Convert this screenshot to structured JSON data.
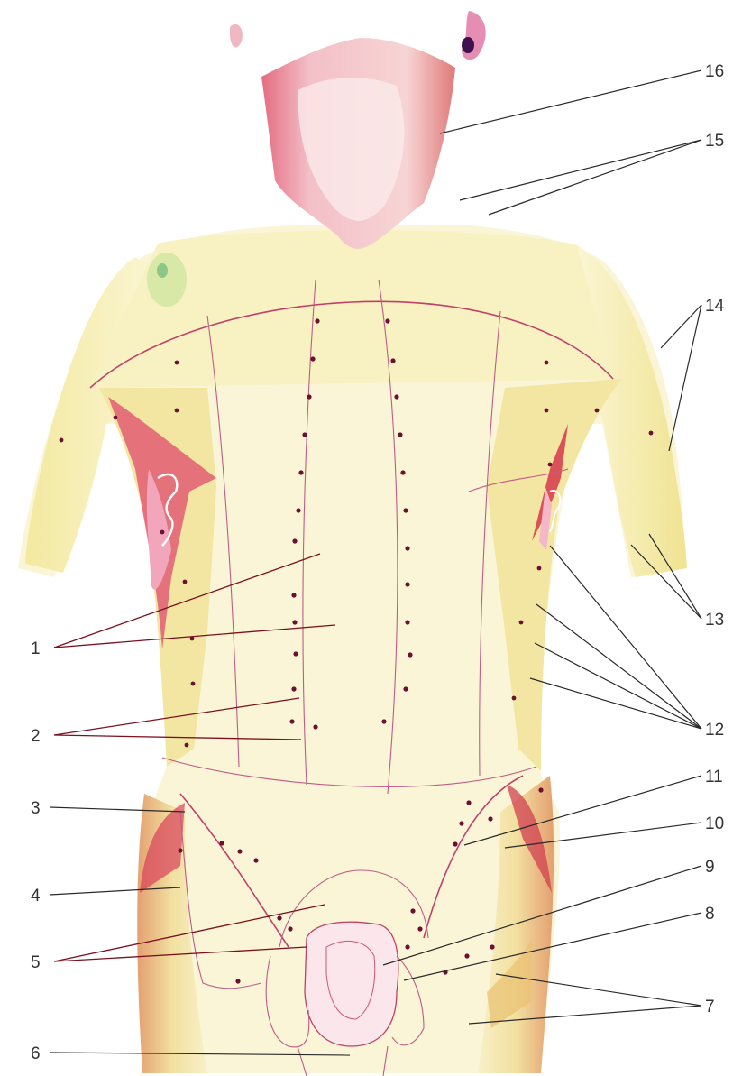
{
  "figure": {
    "labels": [
      "1",
      "2",
      "3",
      "4",
      "5",
      "6",
      "7",
      "8",
      "9",
      "10",
      "11",
      "12",
      "13",
      "14",
      "15",
      "16"
    ]
  },
  "colors": {
    "skin_yellow": "#f6f0b4",
    "muscle_red": "#d8405a",
    "muscle_pink": "#ee9ab4",
    "outline_magenta": "#c0406a",
    "lymph_node_dot": "#6a1030",
    "leader_line": "#2a2a2a"
  }
}
